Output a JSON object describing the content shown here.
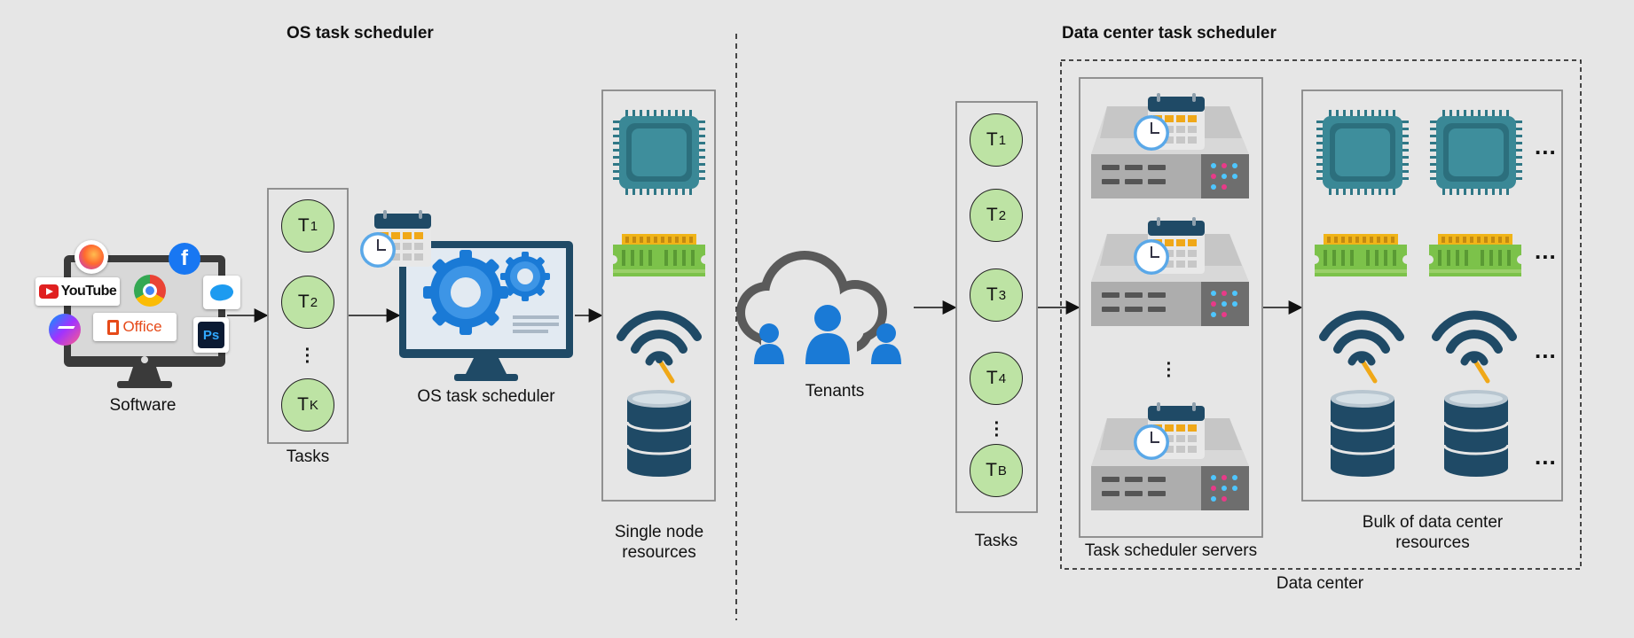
{
  "os_section": {
    "title": "OS task scheduler",
    "software_label": "Software",
    "app_logos": [
      {
        "name": "youtube-logo",
        "text": "YouTube"
      },
      {
        "name": "office-logo",
        "text": "Office"
      },
      {
        "name": "photoshop-logo",
        "text": "Ps"
      },
      {
        "name": "firefox-logo",
        "text": ""
      },
      {
        "name": "facebook-logo",
        "text": "f"
      },
      {
        "name": "chrome-logo",
        "text": ""
      },
      {
        "name": "twitter-logo",
        "text": ""
      },
      {
        "name": "messenger-logo",
        "text": ""
      }
    ],
    "tasks": {
      "label": "Tasks",
      "items": [
        {
          "base": "T",
          "sub": "1"
        },
        {
          "base": "T",
          "sub": "2"
        },
        {
          "base": "T",
          "sub": "K"
        }
      ]
    },
    "scheduler_label": "OS task scheduler",
    "resources_label": "Single node resources",
    "resource_icons": [
      "cpu-chip-icon",
      "ram-module-icon",
      "wifi-network-icon",
      "database-storage-icon"
    ]
  },
  "dc_section": {
    "title": "Data center task scheduler",
    "tenants_label": "Tenants",
    "tasks": {
      "label": "Tasks",
      "items": [
        {
          "base": "T",
          "sub": "1"
        },
        {
          "base": "T",
          "sub": "2"
        },
        {
          "base": "T",
          "sub": "3"
        },
        {
          "base": "T",
          "sub": "4"
        },
        {
          "base": "T",
          "sub": "B"
        }
      ]
    },
    "servers_label": "Task scheduler servers",
    "resources_label": "Bulk of data center resources",
    "datacenter_label": "Data center",
    "ellipsis": "..."
  },
  "colors": {
    "background": "#e6e6e6",
    "task_fill": "#bde3a4",
    "chip_teal": "#3a8896",
    "ram_green": "#7cc24a",
    "ram_yellow": "#f0b418",
    "navy": "#1f4a66",
    "blue": "#1a7ad6",
    "calendar_orange": "#f0a818"
  }
}
